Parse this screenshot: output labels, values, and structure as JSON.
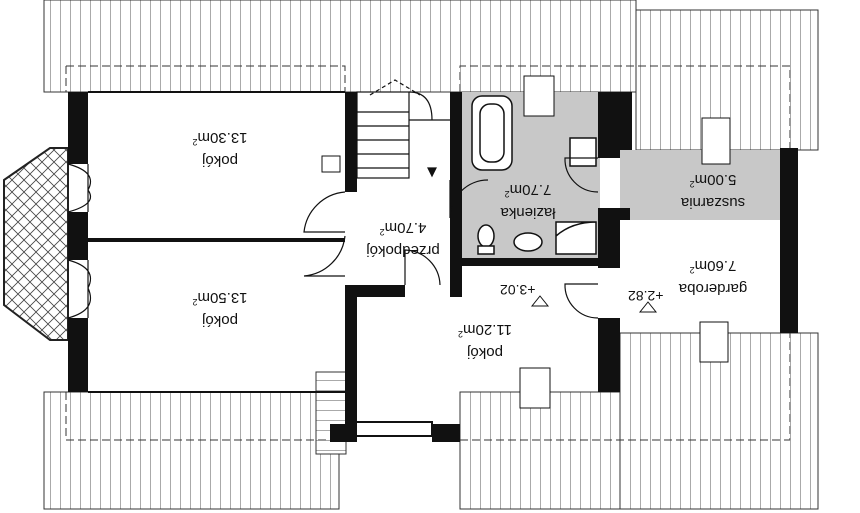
{
  "rooms": [
    {
      "name": "pokój",
      "area": "13.30m"
    },
    {
      "name": "pokój",
      "area": "13.50m"
    },
    {
      "name": "przedpokój",
      "area": "4.70m"
    },
    {
      "name": "łazienka",
      "area": "7.70m"
    },
    {
      "name": "suszarnia",
      "area": "5.00m"
    },
    {
      "name": "garderoba",
      "area": "7.60m"
    },
    {
      "name": "pokój",
      "area": "11.20m"
    }
  ],
  "area_unit_sup": "2",
  "levels": [
    "+3.02",
    "+2.82"
  ],
  "colors": {
    "wall": "#111111",
    "wet_area": "#c8c8c8",
    "roof": "#555555"
  }
}
